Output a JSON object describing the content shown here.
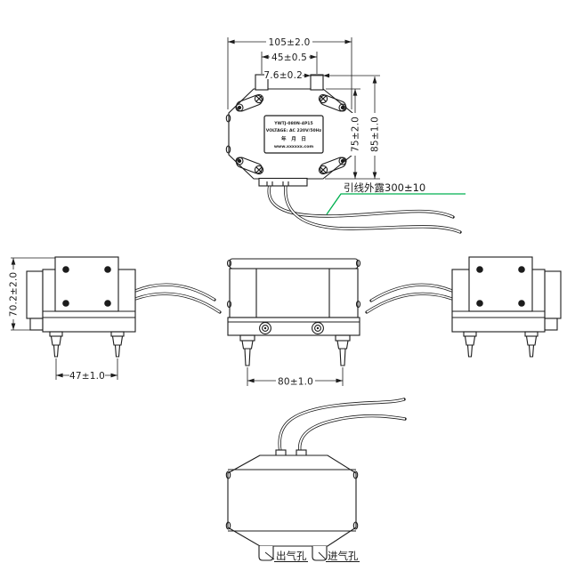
{
  "drawing": {
    "background": "#ffffff",
    "line_color": "#1c1c1c",
    "accent_green": "#00b050",
    "top_view": {
      "dim_width_outer": "105±2.0",
      "dim_width_inner": "45±0.5",
      "dim_tab_width": "7.6±0.2",
      "dim_height_inner": "75±2.0",
      "dim_height_outer": "85±1.0",
      "wire_note": "引线外露300±10",
      "nameplate": {
        "line1": "YWTJ-080N-4P15",
        "line2": "VOLTAGE: AC 220V/50Hz",
        "line3": "年　月　日",
        "line4": "www.xxxxxx.com"
      }
    },
    "side_view_left": {
      "dim_height": "70.2±2.0",
      "dim_nozzle_span": "47±1.0"
    },
    "front_view": {
      "dim_nozzle_span": "80±1.0"
    },
    "bottom_view": {
      "outlet_label": "出气孔",
      "inlet_label": "进气孔"
    }
  }
}
